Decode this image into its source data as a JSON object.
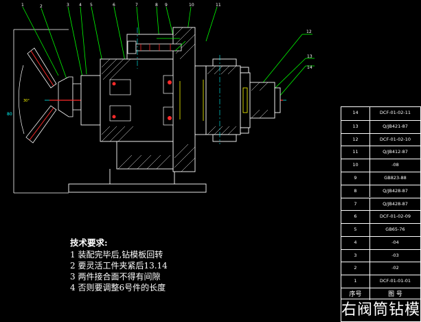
{
  "balloons": [
    "1",
    "2",
    "3",
    "4",
    "5",
    "6",
    "7",
    "8",
    "9",
    "10",
    "11",
    "12",
    "13",
    "14"
  ],
  "dimension_label": "80",
  "angle_label": "30°",
  "notes": {
    "title": "技术要求:",
    "items": [
      "1  装配完毕后,钻模板回转",
      "2  要灵活工件夹紧后13.14",
      "3  两件接合面不得有间隙",
      "4  否则要调整6号件的长度"
    ]
  },
  "title_block": {
    "rows": [
      {
        "no": "14",
        "code": "DCF-01-02-11"
      },
      {
        "no": "13",
        "code": "Q/JB421-87"
      },
      {
        "no": "12",
        "code": "DCF-01-02-10"
      },
      {
        "no": "11",
        "code": "Q/JB412-87"
      },
      {
        "no": "10",
        "code": "-08"
      },
      {
        "no": "9",
        "code": "GB823-88"
      },
      {
        "no": "8",
        "code": "Q/JB428-87"
      },
      {
        "no": "7",
        "code": "Q/JB428-87"
      },
      {
        "no": "6",
        "code": "DCF-01-02-09"
      },
      {
        "no": "5",
        "code": "GB65-76"
      },
      {
        "no": "4",
        "code": "-04"
      },
      {
        "no": "3",
        "code": "-03"
      },
      {
        "no": "2",
        "code": "-02"
      },
      {
        "no": "1",
        "code": "DCF-01-01-01"
      }
    ],
    "header_no": "序号",
    "header_code": "图   号",
    "title": "右阀筒钻模"
  },
  "colors": {
    "line": "#ffffff",
    "cyan": "#00ffff",
    "green": "#00ff00",
    "red": "#ff2a2a",
    "yellow": "#ffff00",
    "leader": "#00ff00"
  }
}
